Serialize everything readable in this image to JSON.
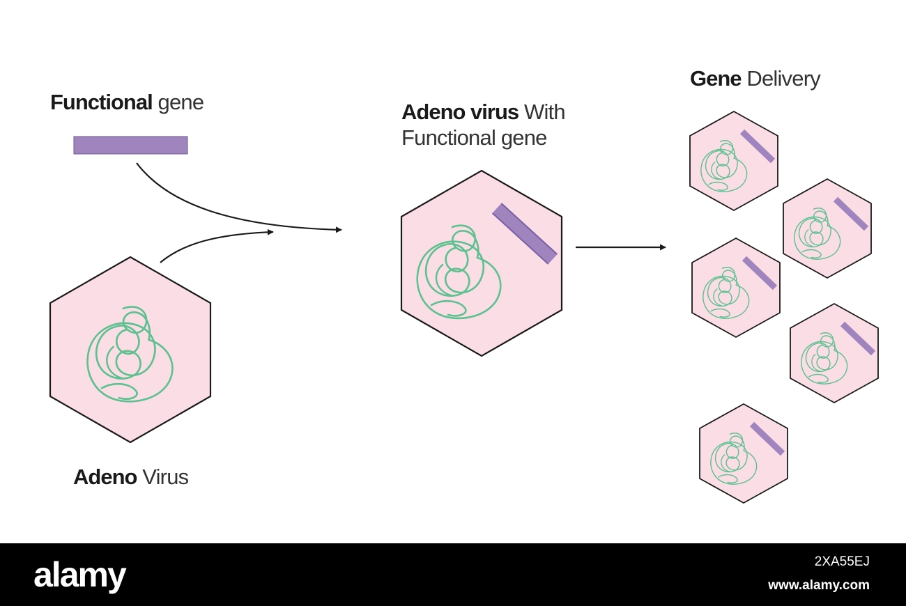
{
  "labels": {
    "functional_gene": {
      "bold": "Functional",
      "light": "gene"
    },
    "adeno_virus": {
      "bold": "Adeno",
      "light": "Virus"
    },
    "adeno_with_gene": {
      "bold": "Adeno virus",
      "light": "With",
      "line2": "Functional gene"
    },
    "gene_delivery": {
      "bold": "Gene",
      "light": "Delivery"
    }
  },
  "footer": {
    "brand": "alamy",
    "image_id": "2XA55EJ",
    "site": "www.alamy.com"
  },
  "colors": {
    "capsid_fill": "#fbdde6",
    "capsid_stroke": "#1a1a1a",
    "dna_green": "#5cc08f",
    "gene_purple": "#a084bd",
    "arrow": "#1a1a1a",
    "footer_bg": "#000000"
  }
}
